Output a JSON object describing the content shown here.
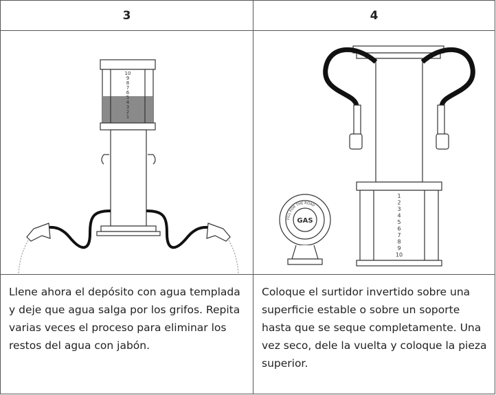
{
  "steps": [
    {
      "number": "3",
      "text": "Llene ahora el depósito con agua templada y deje que agua salga por los grifos. Repita varias veces el proceso para eliminar los restos del agua con jabón.",
      "tank_numbers": [
        "10",
        "9",
        "8",
        "7",
        "6",
        "5",
        "4",
        "3",
        "2",
        "1"
      ]
    },
    {
      "number": "4",
      "text": "Coloque el surtidor invertido sobre una superficie estable o sobre un soporte hasta que se seque completamente. Una vez seco, dele la vuelta y coloque la pieza superior.",
      "tank_numbers": [
        "1",
        "2",
        "3",
        "4",
        "5",
        "6",
        "7",
        "8",
        "9",
        "10"
      ],
      "badge_text": "GAS",
      "badge_ring_text": "FILL FOR THE ROAD"
    }
  ]
}
